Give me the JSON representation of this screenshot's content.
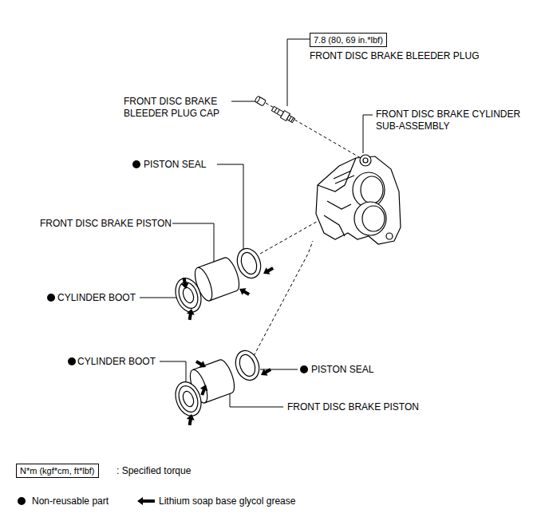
{
  "diagram": {
    "nodes": [
      {
        "text": [
          "7.8 (80, 69 in.*lbf)"
        ]
      },
      {
        "text": [
          "N*m (kgf*cm, ft*lbf)"
        ]
      }
    ],
    "labels": [
      "FRONT DISC BRAKE BLEEDER PLUG",
      "FRONT DISC BRAKE BLEEDER PLUG CAP",
      "FRONT DISC BRAKE CYLINDER SUB-ASSEMBLY",
      "PISTON SEAL",
      "FRONT DISC BRAKE PISTON",
      "CYLINDER BOOT",
      "CYLINDER BOOT",
      "PISTON SEAL",
      "FRONT DISC BRAKE PISTON",
      ": Specified torque"
    ],
    "legend": [
      {
        "text": "Non-reusable part"
      },
      {
        "text": "Lithium soap base glycol grease"
      }
    ]
  }
}
